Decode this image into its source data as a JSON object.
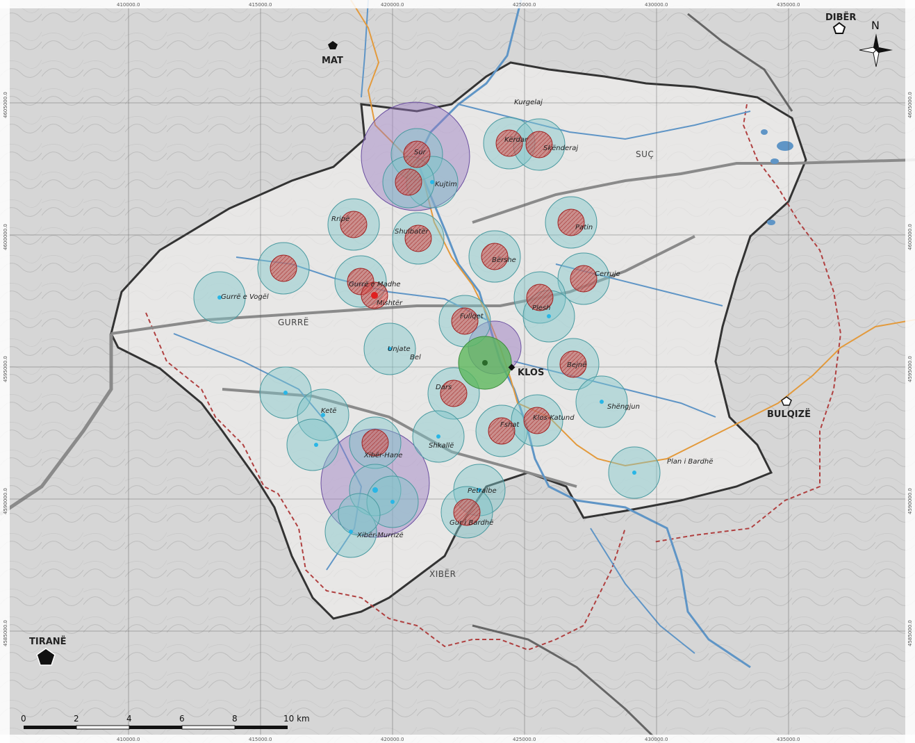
{
  "map": {
    "colors": {
      "terrain": "#dcdcdc",
      "district": "#f3f1ef",
      "boundary": "#3a3a3a",
      "admin_dashed": "#b04040",
      "river": "#5f95c6",
      "road": "#e39a3c",
      "highway": "#8a8a8a",
      "buffer_teal": "#7fc5c9",
      "buffer_red": "#d9534f",
      "buffer_purple": "#9a7bc0",
      "buffer_green": "#5cb85c"
    },
    "top_coords": [
      "410000.0",
      "415000.0",
      "420000.0",
      "425000.0",
      "430000.0",
      "435000.0"
    ],
    "side_coords": [
      "4605000.0",
      "4600000.0",
      "4595000.0",
      "4590000.0",
      "4585000.0"
    ],
    "cities": [
      {
        "name": "MAT"
      },
      {
        "name": "DIBËR"
      },
      {
        "name": "KLOS"
      },
      {
        "name": "BULQIZË"
      },
      {
        "name": "TIRANË"
      }
    ],
    "regions": [
      "SUÇ",
      "GURRË",
      "XIBËR"
    ],
    "villages": [
      {
        "name": "Kurgelaj",
        "type": "plain"
      },
      {
        "name": "Kërdar",
        "type": "red"
      },
      {
        "name": "Skënderaj",
        "type": "red"
      },
      {
        "name": "Sur",
        "type": "red"
      },
      {
        "name": "Kujtim",
        "type": "teal"
      },
      {
        "name": "Rripë",
        "type": "red"
      },
      {
        "name": "Shulbatër",
        "type": "red"
      },
      {
        "name": "Patin",
        "type": "red"
      },
      {
        "name": "Bërshe",
        "type": "red"
      },
      {
        "name": "Cerruje",
        "type": "red"
      },
      {
        "name": "Gurrë e Vogël",
        "type": "teal"
      },
      {
        "name": "Gurrë e Madhe",
        "type": "red"
      },
      {
        "name": "Mishtër",
        "type": "red"
      },
      {
        "name": "Fullqet",
        "type": "red"
      },
      {
        "name": "Plesh",
        "type": "red"
      },
      {
        "name": "Unjate",
        "type": "teal"
      },
      {
        "name": "Bel",
        "type": "plain"
      },
      {
        "name": "Bejnë",
        "type": "red"
      },
      {
        "name": "Dars",
        "type": "red"
      },
      {
        "name": "Shëngjun",
        "type": "teal"
      },
      {
        "name": "Ketë",
        "type": "teal"
      },
      {
        "name": "Fshat",
        "type": "red"
      },
      {
        "name": "Klos-Katund",
        "type": "red"
      },
      {
        "name": "Shkallë",
        "type": "teal"
      },
      {
        "name": "Xibër-Hane",
        "type": "red"
      },
      {
        "name": "Plan i Bardhë",
        "type": "teal"
      },
      {
        "name": "Petralbe",
        "type": "teal"
      },
      {
        "name": "Gur i Bardhë",
        "type": "red"
      },
      {
        "name": "Xibër-Murrizë",
        "type": "teal"
      }
    ],
    "scale_bar": {
      "ticks": [
        "0",
        "2",
        "4",
        "6",
        "8",
        "10 km"
      ]
    },
    "north_label": "N"
  }
}
